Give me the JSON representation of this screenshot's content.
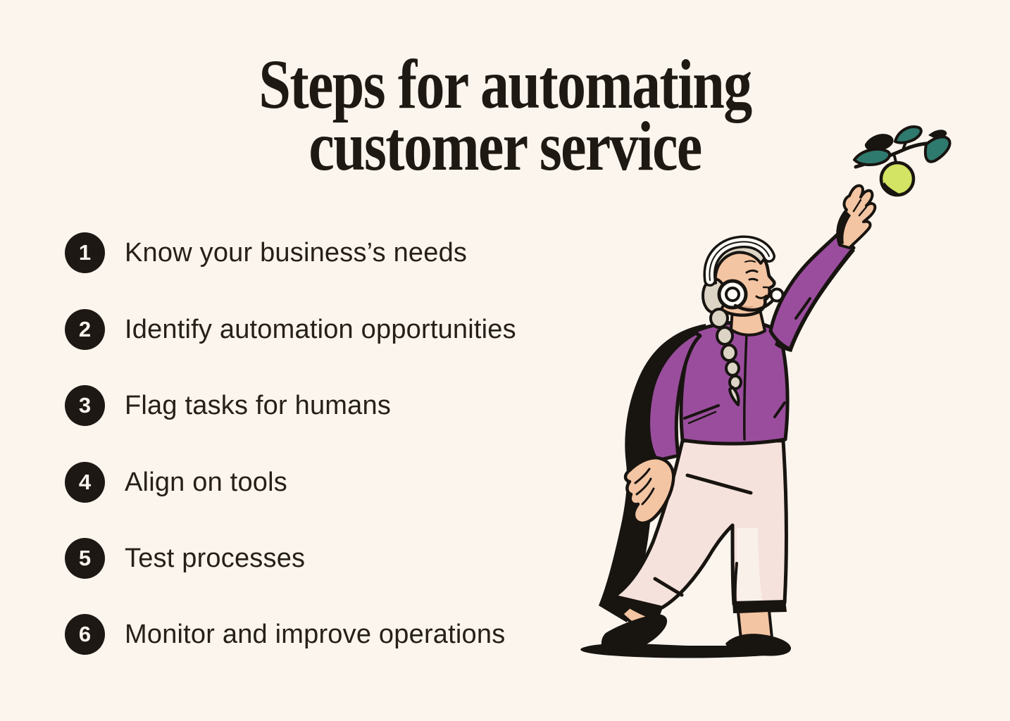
{
  "colors": {
    "background": "#FBF5EE",
    "ink": "#181410",
    "badge": "#1D1813",
    "badge_text": "#FBF5EE",
    "body_text": "#262019",
    "title_text": "#1E1913",
    "jacket_purple": "#9A4D9D",
    "pants_pink": "#F6E2DC",
    "skin": "#F4C5A3",
    "hair_gray": "#DCD4C5",
    "leaf_teal": "#2F7A6E",
    "apple_green": "#D3E364",
    "headset_white": "#FFFDF8"
  },
  "title": {
    "line1": "Steps for automating",
    "line2": "customer service"
  },
  "steps": [
    {
      "number": "1",
      "label": "Know your business’s needs"
    },
    {
      "number": "2",
      "label": "Identify automation opportunities"
    },
    {
      "number": "3",
      "label": "Flag tasks for humans"
    },
    {
      "number": "4",
      "label": "Align on tools"
    },
    {
      "number": "5",
      "label": "Test processes"
    },
    {
      "number": "6",
      "label": "Monitor and improve operations"
    }
  ],
  "illustration": {
    "description": "Older woman with gray braided hair, wearing a white headset with microphone and a purple jacket, reaching up to pick a green apple from a leafy branch"
  }
}
